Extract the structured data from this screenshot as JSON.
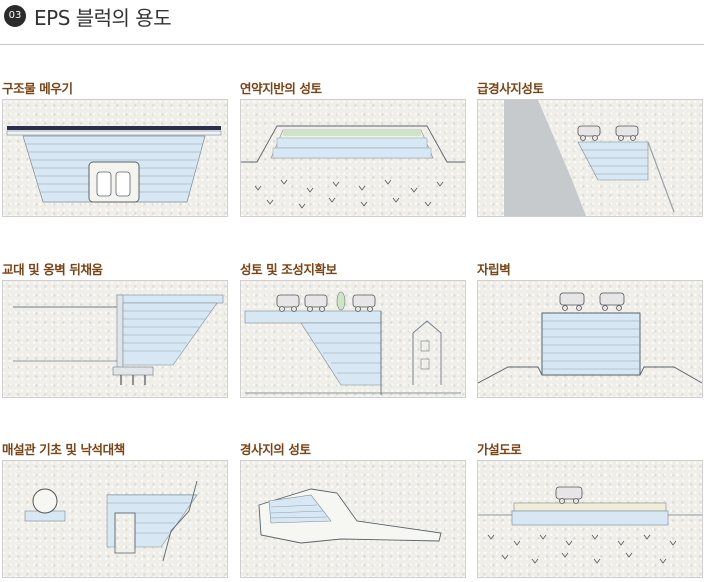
{
  "header": {
    "badge": "03",
    "title": "EPS 블럭의 용도"
  },
  "cards": [
    {
      "label": "구조물 메우기"
    },
    {
      "label": "연약지반의 성토"
    },
    {
      "label": "급경사지성토"
    },
    {
      "label": "교대 및 옹벽 뒤채움"
    },
    {
      "label": "성토 및 조성지확보"
    },
    {
      "label": "자립벽"
    },
    {
      "label": "매설관 기초 및 낙석대책"
    },
    {
      "label": "경사지의 성토"
    },
    {
      "label": "가설도로"
    }
  ],
  "colors": {
    "label": "#7a4416",
    "eps": "#d4e6f4",
    "stroke": "#6f7c86"
  }
}
